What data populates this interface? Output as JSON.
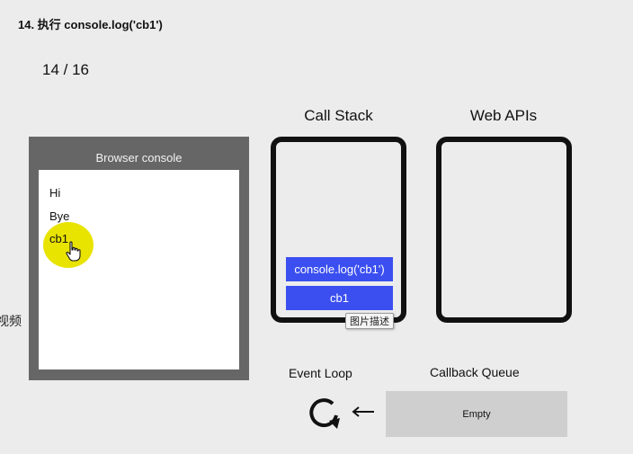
{
  "header": {
    "title": "14. 执行 console.log('cb1')",
    "progress": "14 / 16"
  },
  "browser_console": {
    "title": "Browser console",
    "lines": [
      "Hi",
      "Bye",
      "cb1"
    ]
  },
  "call_stack": {
    "title": "Call Stack",
    "frames": [
      "console.log('cb1')",
      "cb1"
    ]
  },
  "web_apis": {
    "title": "Web APIs"
  },
  "event_loop": {
    "title": "Event Loop"
  },
  "callback_queue": {
    "title": "Callback Queue",
    "content": "Empty"
  },
  "tooltip": {
    "text": "图片描述"
  },
  "side_text": "视频",
  "colors": {
    "stack_frame": "#3b4ff0",
    "highlight": "#e9e300",
    "console_frame": "#666666",
    "queue_box": "#cfcfcf"
  },
  "icons": [
    "refresh-icon",
    "arrow-left-icon",
    "hand-cursor-icon"
  ]
}
